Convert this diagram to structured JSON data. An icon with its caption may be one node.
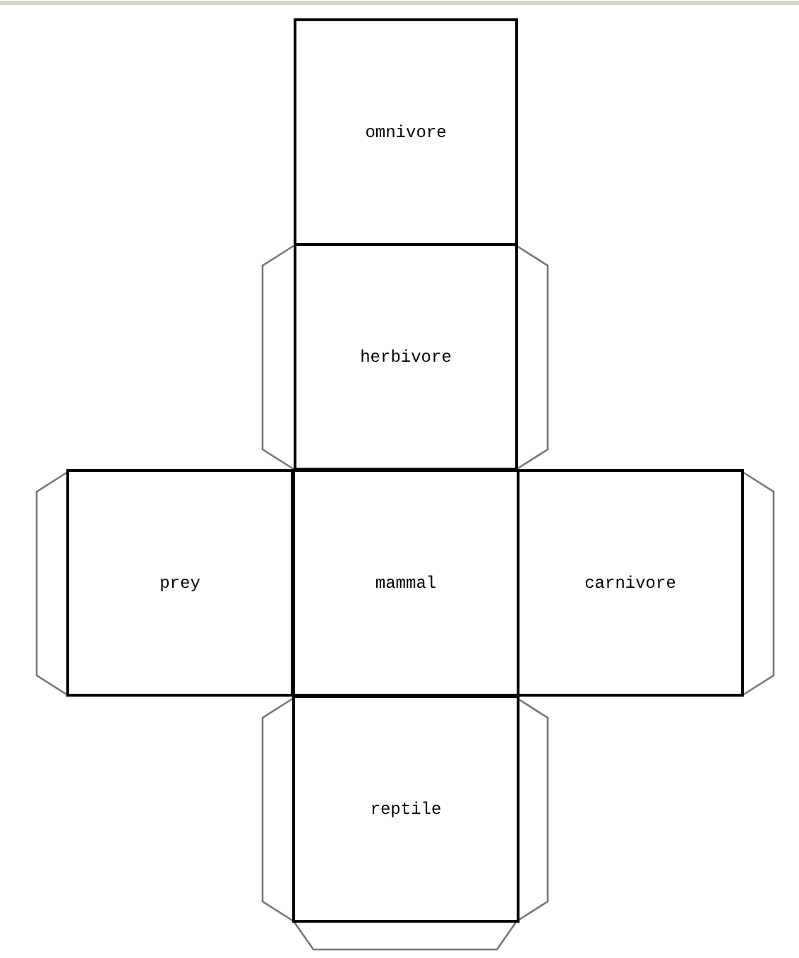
{
  "diagram": {
    "nodes": [
      {
        "text": [
          "omnivore"
        ]
      },
      {
        "text": [
          "herbivore"
        ]
      },
      {
        "text": [
          "prey"
        ]
      },
      {
        "text": [
          "mammal"
        ]
      },
      {
        "text": [
          "carnivore"
        ]
      },
      {
        "text": [
          "reptile"
        ]
      }
    ]
  }
}
